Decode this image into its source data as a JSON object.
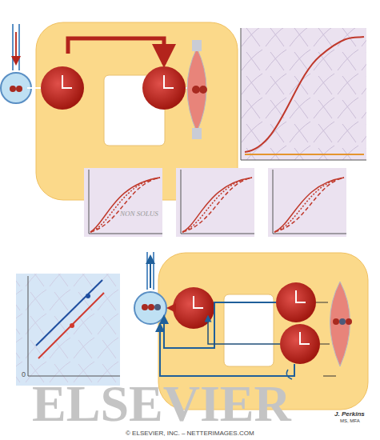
{
  "diagram": {
    "labels": [
      "NON SOLUS",
      "0",
      "ELSEVIER",
      "J. Perkins",
      "MS, MFA",
      "© ELSEVIER, INC. – NETTERIMAGES.COM"
    ]
  }
}
